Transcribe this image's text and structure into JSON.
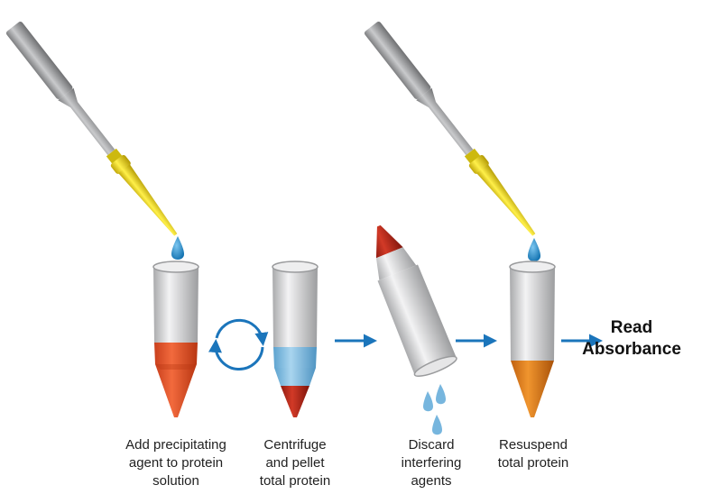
{
  "steps": [
    {
      "lines": [
        "Add precipitating",
        "agent to protein",
        "solution"
      ]
    },
    {
      "lines": [
        "Centrifuge",
        "and pellet",
        "total protein"
      ]
    },
    {
      "lines": [
        "Discard",
        "interfering",
        "agents"
      ]
    },
    {
      "lines": [
        "Resuspend",
        "total protein"
      ]
    }
  ],
  "final_step": {
    "lines": [
      "Read",
      "Absorbance"
    ]
  },
  "colors": {
    "arrow": "#1b75bb",
    "drop": "#1f8fd0",
    "pipette_body": "#9a9a9c",
    "pipette_tip": "#e6d21a",
    "tube_body": "#d3d4d6",
    "red_liquid": "#e8542b",
    "blue_liquid": "#7dbbe0",
    "pellet": "#b8261a",
    "orange_liquid": "#e07b1c"
  },
  "icons": [
    "pipette-icon",
    "drop-icon",
    "tube-icon",
    "cycle-arrows-icon",
    "arrow-right-icon"
  ]
}
